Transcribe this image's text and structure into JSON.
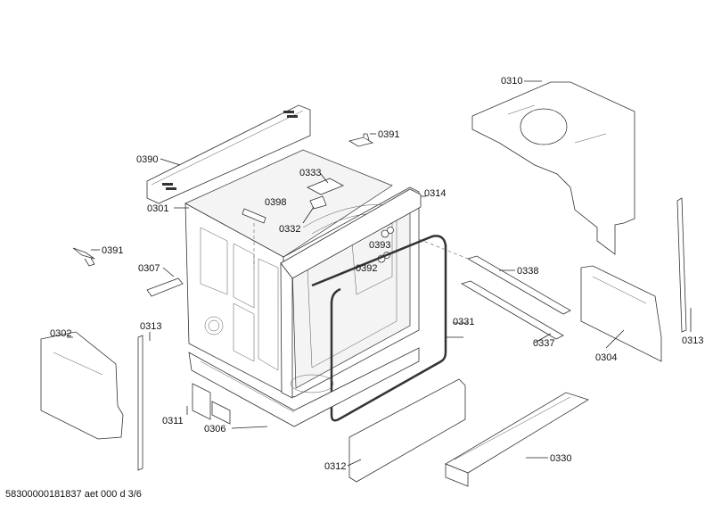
{
  "labels": {
    "p0310": "0310",
    "p0390": "0390",
    "p0391a": "0391",
    "p0333": "0333",
    "p0301": "0301",
    "p0398": "0398",
    "p0332": "0332",
    "p0314": "0314",
    "p0393": "0393",
    "p0391b": "0391",
    "p0392": "0392",
    "p0338": "0338",
    "p0307": "0307",
    "p0313a": "0313",
    "p0302": "0302",
    "p0331": "0331",
    "p0337": "0337",
    "p0304": "0304",
    "p0313b": "0313",
    "p0311": "0311",
    "p0306": "0306",
    "p0312": "0312",
    "p0330": "0330"
  },
  "footer": "58300000181837 aet 000 d 3/6"
}
